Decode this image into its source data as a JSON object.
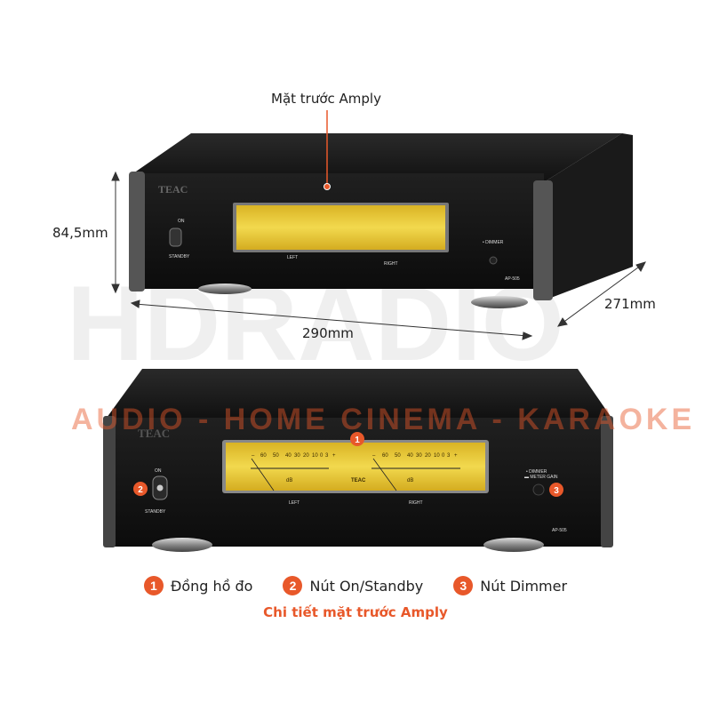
{
  "watermark": {
    "brand": "HDRADIO",
    "tagline": "AUDIO - HOME CINEMA - KARAOKE"
  },
  "top_view": {
    "callout": "Mặt trước Amply",
    "height_label": "84,5mm",
    "width_label": "290mm",
    "depth_label": "271mm"
  },
  "amp": {
    "brand": "TEAC",
    "model": "AP-505",
    "switch_on": "ON",
    "switch_standby": "STANDBY",
    "meter_left": "LEFT",
    "meter_right": "RIGHT",
    "meter_unit": "dB",
    "meter_brand": "TEAC",
    "meter_scale": [
      "–",
      "60",
      "50",
      "40",
      "30",
      "20",
      "10",
      "0",
      "3",
      "+"
    ],
    "dimmer_label": "• DIMMER",
    "meter_gain_label": "▬ METER GAIN"
  },
  "legend": [
    {
      "number": "1",
      "label": "Đồng hồ đo"
    },
    {
      "number": "2",
      "label": "Nút On/Standby"
    },
    {
      "number": "3",
      "label": "Nút Dimmer"
    }
  ],
  "caption": "Chi tiết mặt trước Amply",
  "colors": {
    "accent": "#e8582a",
    "meter": "#e8c33a",
    "chassis": "#151515"
  }
}
